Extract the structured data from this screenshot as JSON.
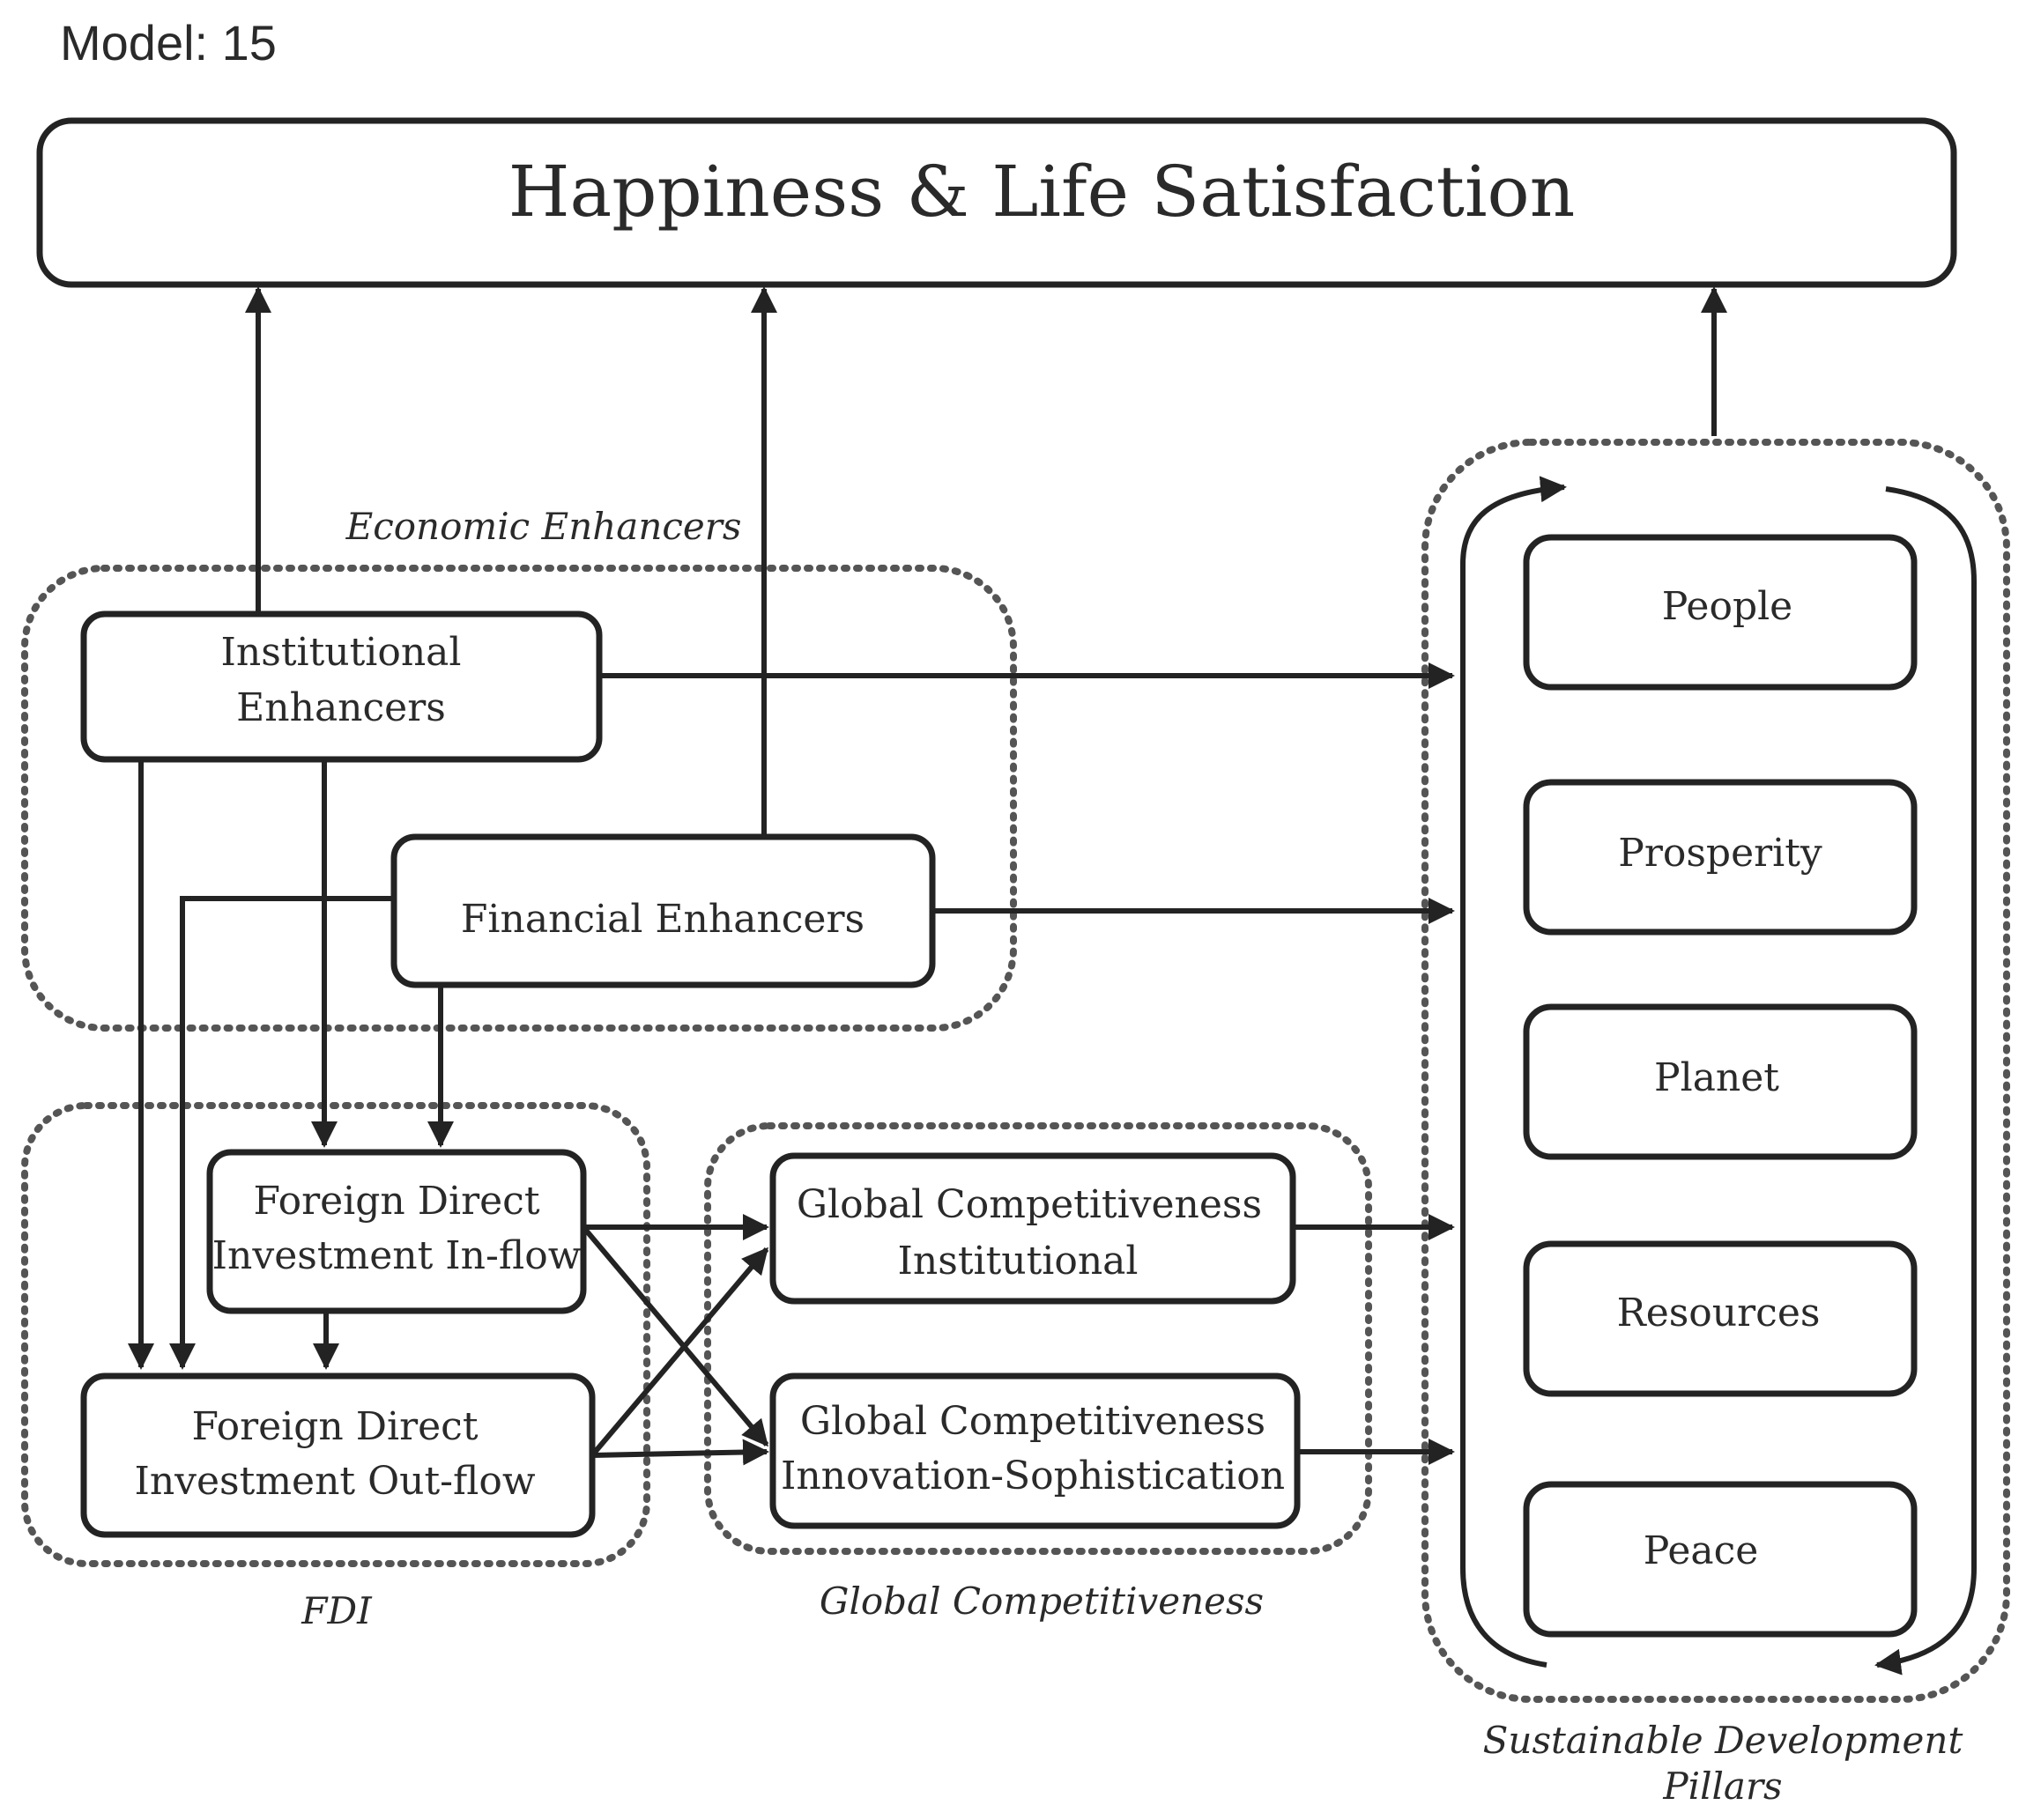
{
  "model_label": "Model: 15",
  "nodes": {
    "happiness": "Happiness & Life Satisfaction",
    "institutional": [
      "Institutional",
      "Enhancers"
    ],
    "financial": "Financial Enhancers",
    "fdi_in": [
      "Foreign Direct",
      "Investment In-flow"
    ],
    "fdi_out": [
      "Foreign Direct",
      "Investment Out-flow"
    ],
    "gc_institutional": [
      "Global Competitiveness",
      "Institutional"
    ],
    "gc_innovation": [
      "Global Competitiveness",
      "Innovation-Sophistication"
    ],
    "pillars": [
      "People",
      "Prosperity",
      "Planet",
      "Resources",
      "Peace"
    ]
  },
  "groups": {
    "economic": "Economic Enhancers",
    "fdi": "FDI",
    "global": "Global Competitiveness",
    "sdp": [
      "Sustainable Development",
      "Pillars"
    ]
  }
}
